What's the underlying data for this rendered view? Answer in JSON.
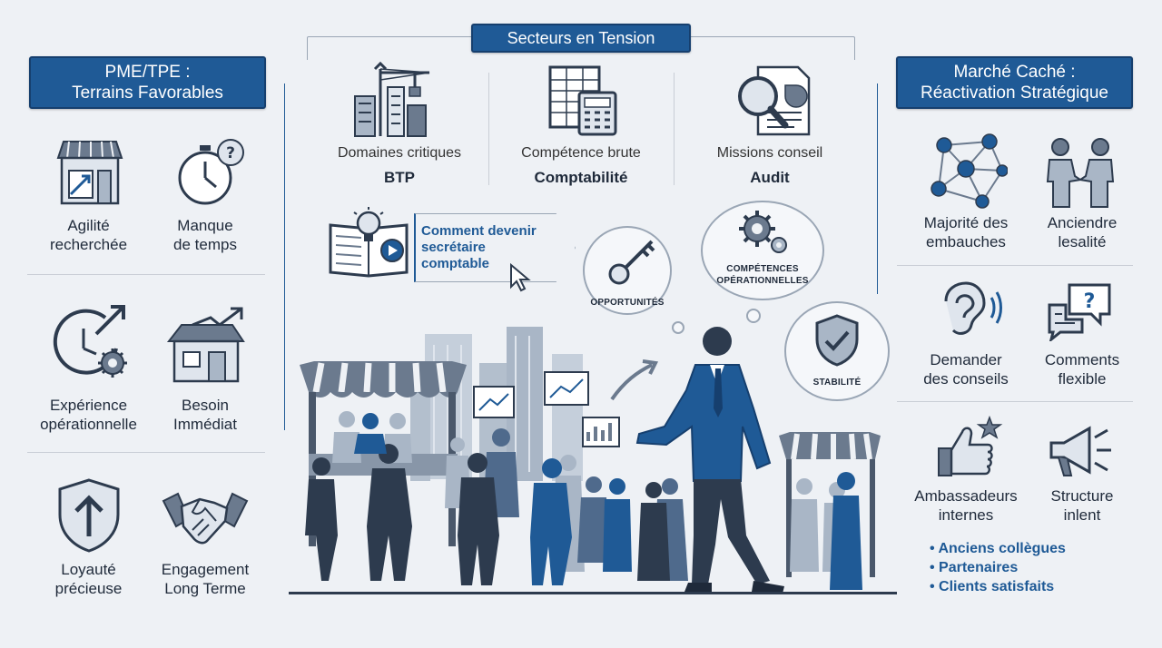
{
  "left": {
    "header": "PME/TPE :\nTerrains Favorables",
    "items": [
      {
        "label": "Agilité\nrecherchée",
        "icon": "shop-icon"
      },
      {
        "label": "Manque\nde temps",
        "icon": "stopwatch-question-icon"
      },
      {
        "label": "Expérience\nopérationnelle",
        "icon": "gauge-gear-icon"
      },
      {
        "label": "Besoin\nImmédiat",
        "icon": "store-growth-icon"
      },
      {
        "label": "Loyauté\nprécieuse",
        "icon": "shield-arrow-icon"
      },
      {
        "label": "Engagement\nLong Terme",
        "icon": "handshake-icon"
      }
    ]
  },
  "center": {
    "header": "Secteurs en Tension",
    "sectors": [
      {
        "title": "Domaines critiques",
        "value": "BTP",
        "icon": "crane-buildings-icon"
      },
      {
        "title": "Compétence brute",
        "value": "Comptabilité",
        "icon": "calculator-sheet-icon"
      },
      {
        "title": "Missions conseil",
        "value": "Audit",
        "icon": "magnifier-report-icon"
      }
    ],
    "callout": "Comment devenir\nsecrétaire\ncomptable",
    "bubbles": {
      "opportunities": "OPPORTUNITÉS",
      "skills": "COMPÉTENCES\nOPÉRATIONNELLES",
      "stability": "STABILITÉ"
    }
  },
  "right": {
    "header": "Marché Caché :\nRéactivation Stratégique",
    "items": [
      {
        "label": "Majorité des\nembauches",
        "icon": "network-icon"
      },
      {
        "label": "Anciendre\nlesalité",
        "icon": "people-handshake-icon"
      },
      {
        "label": "Demander\ndes conseils",
        "icon": "ear-icon"
      },
      {
        "label": "Comments\nflexible",
        "icon": "chat-question-icon"
      },
      {
        "label": "Ambassadeurs\ninternes",
        "icon": "thumbs-up-star-icon"
      },
      {
        "label": "Structure\ninlent",
        "icon": "megaphone-icon"
      }
    ],
    "bullets": [
      "Anciens collègues",
      "Partenaires",
      "Clients satisfaits"
    ]
  },
  "colors": {
    "accent": "#1f5a96",
    "dark": "#2d3b4e",
    "mid": "#6b7a8e",
    "light": "#a9b6c6"
  }
}
